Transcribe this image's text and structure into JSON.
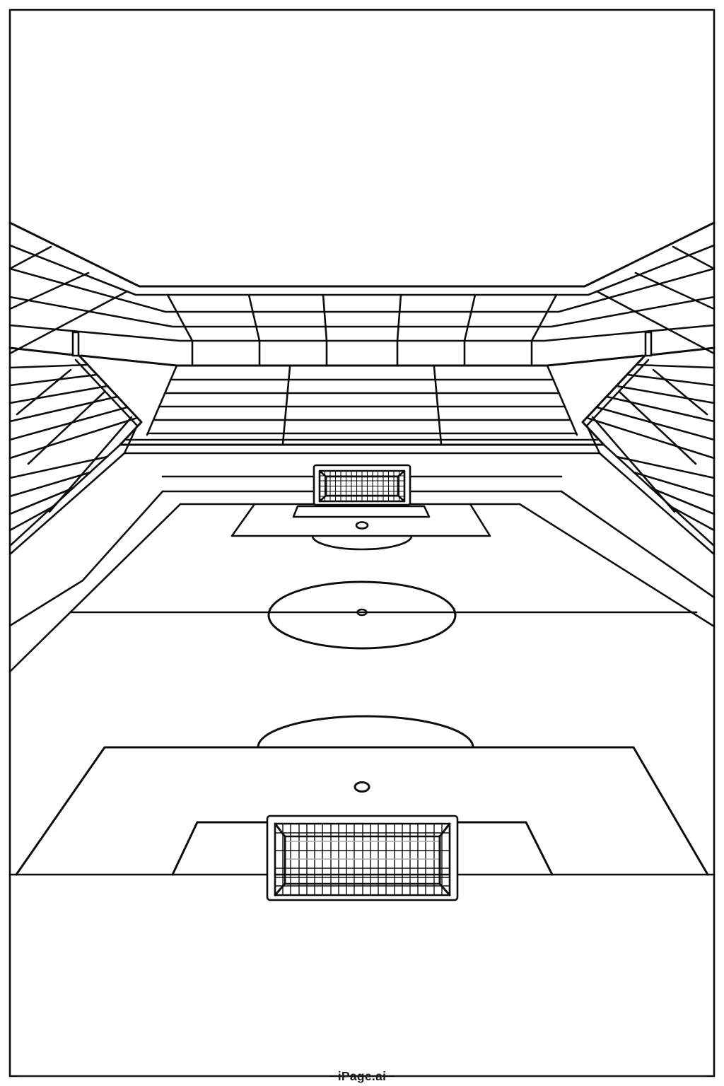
{
  "colors": {
    "paper": "#ffffff",
    "ink": "#0d0d0d",
    "muted": "#a9a9a9",
    "text": "#1a1a1a"
  },
  "illustration": {
    "name": "soccer-stadium-coloring-page",
    "style": "black-outline-line-art"
  },
  "footer": {
    "brand": "iPage.ai"
  }
}
